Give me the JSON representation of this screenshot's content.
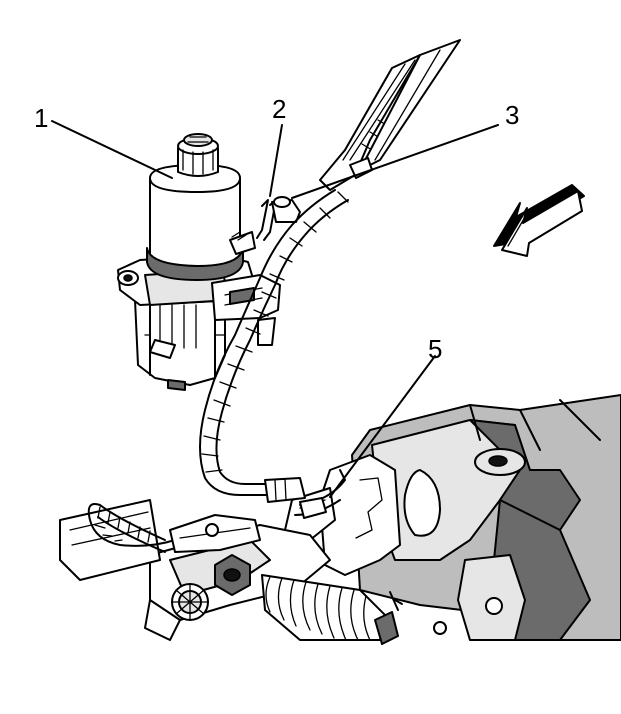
{
  "callouts": [
    {
      "id": "1",
      "label": "1"
    },
    {
      "id": "2",
      "label": "2"
    },
    {
      "id": "3",
      "label": "3"
    },
    {
      "id": "5",
      "label": "5"
    }
  ],
  "colors": {
    "line": "#000000",
    "background": "#ffffff",
    "shade_light": "#e6e6e6",
    "shade_mid": "#bdbdbd",
    "shade_dark": "#6b6b6b"
  },
  "icons": [
    "direction-arrow-icon"
  ]
}
